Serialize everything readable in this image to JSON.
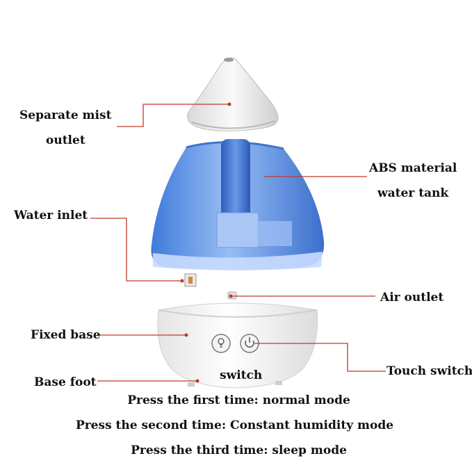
{
  "labels": {
    "separate_mist_outlet": [
      "Separate mist",
      "outlet"
    ],
    "abs_tank": [
      "ABS material",
      "water tank"
    ],
    "water_inlet": "Water inlet",
    "air_outlet": "Air outlet",
    "fixed_base": "Fixed base",
    "touch_switch": "Touch switch",
    "base_foot": "Base foot",
    "switch": "switch"
  },
  "modes": [
    "Press the first time: normal mode",
    "Press the second time: Constant humidity mode",
    "Press the third time: sleep mode"
  ],
  "colors": {
    "leader_line": "#c0392b",
    "tank_blue": "#4a86e8",
    "text": "#111111"
  },
  "icons": [
    "light-bulb-icon",
    "power-icon"
  ]
}
